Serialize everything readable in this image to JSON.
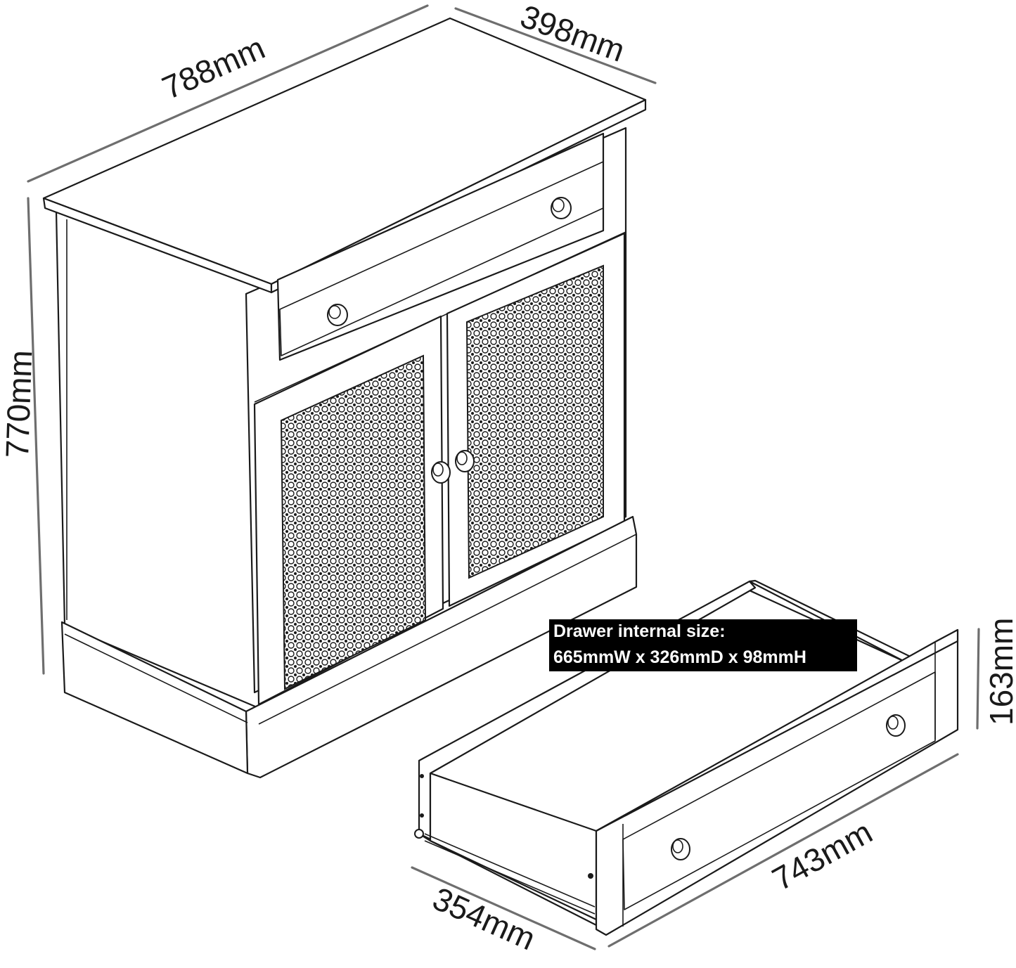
{
  "dimensions": {
    "width": "788mm",
    "depth": "398mm",
    "height": "770mm",
    "drawer_height": "163mm",
    "drawer_width": "743mm",
    "drawer_depth": "354mm"
  },
  "drawer_note": {
    "line1": "Drawer internal size:",
    "line2": "665mmW x 326mmD x 98mmH"
  },
  "colors": {
    "line": "#1a1a1a",
    "dimension_line": "#6e6e6e",
    "note_background": "#000000",
    "note_text": "#ffffff"
  }
}
